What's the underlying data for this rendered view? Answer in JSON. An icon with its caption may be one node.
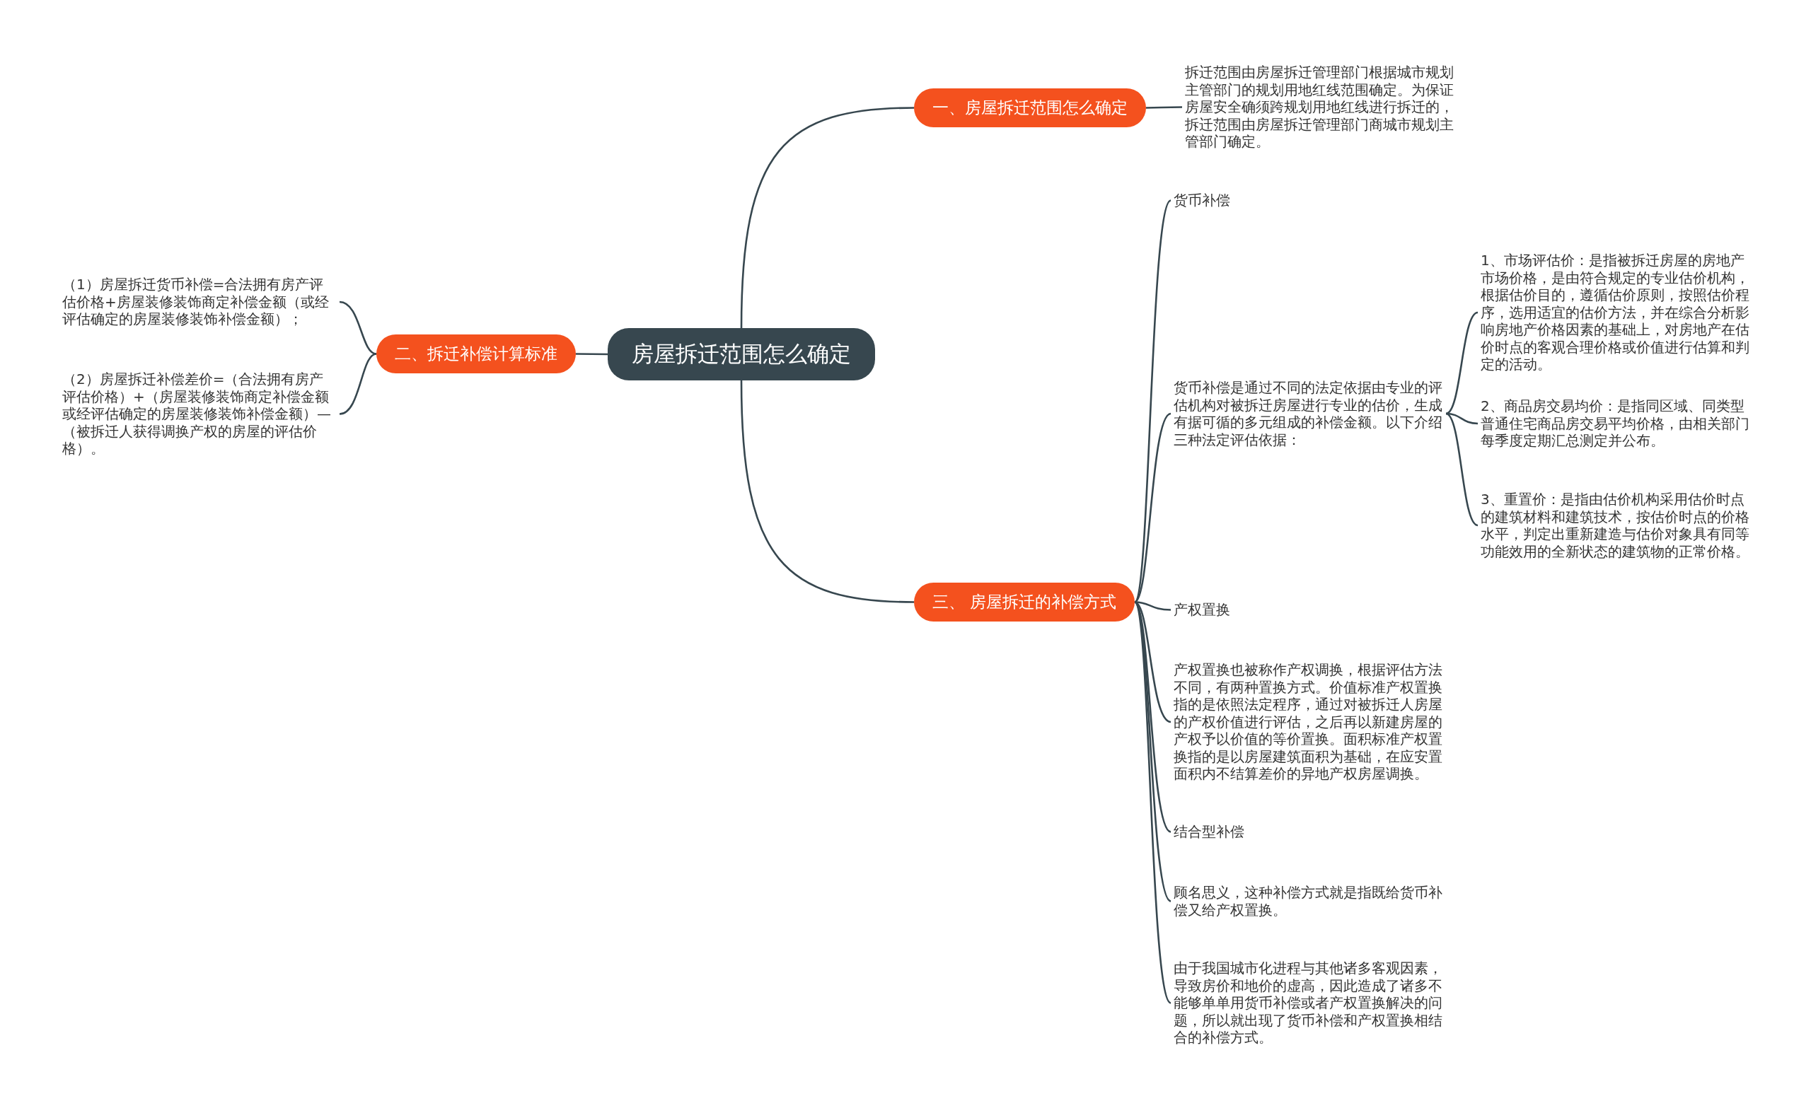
{
  "diagram": {
    "nodes": [
      {
        "text": [
          "房屋拆迁范围怎么确定"
        ]
      },
      {
        "text": [
          "一、房屋拆迁范围怎么确定"
        ]
      },
      {
        "text": [
          "拆迁范围由房屋拆迁管理部门根据城市规划主管部门的规划用地红线范围确定。为保证房屋安全确须跨规划用地红线进行拆迁的，拆迁范围由房屋拆迁管理部门商城市规划主管部门确定。"
        ]
      },
      {
        "text": [
          "二、拆迁补偿计算标准"
        ]
      },
      {
        "text": [
          "（1）房屋拆迁货币补偿=合法拥有房产评估价格+房屋装修装饰商定补偿金额（或经评估确定的房屋装修装饰补偿金额）；"
        ]
      },
      {
        "text": [
          "（2）房屋拆迁补偿差价=（合法拥有房产评估价格）+（房屋装修装饰商定补偿金额或经评估确定的房屋装修装饰补偿金额）—（被拆迁人获得调换产权的房屋的评估价格）。"
        ]
      },
      {
        "text": [
          "三、 房屋拆迁的补偿方式"
        ]
      },
      {
        "text": [
          "货币补偿"
        ]
      },
      {
        "text": [
          "货币补偿是通过不同的法定依据由专业的评估机构对被拆迁房屋进行专业的估价，生成有据可循的多元组成的补偿金额。以下介绍三种法定评估依据："
        ]
      },
      {
        "text": [
          "1、市场评估价：是指被拆迁房屋的房地产市场价格，是由符合规定的专业估价机构，根据估价目的，遵循估价原则，按照估价程序，选用适宜的估价方法，并在综合分析影响房地产价格因素的基础上，对房地产在估价时点的客观合理价格或价值进行估算和判定的活动。"
        ]
      },
      {
        "text": [
          "2、商品房交易均价：是指同区域、同类型普通住宅商品房交易平均价格，由相关部门每季度定期汇总测定并公布。"
        ]
      },
      {
        "text": [
          "3、重置价：是指由估价机构采用估价时点的建筑材料和建筑技术，按估价时点的价格水平，判定出重新建造与估价对象具有同等功能效用的全新状态的建筑物的正常价格。"
        ]
      },
      {
        "text": [
          "产权置换"
        ]
      },
      {
        "text": [
          "产权置换也被称作产权调换，根据评估方法不同，有两种置换方式。价值标准产权置换指的是依照法定程序，通过对被拆迁人房屋的产权价值进行评估，之后再以新建房屋的产权予以价值的等价置换。面积标准产权置换指的是以房屋建筑面积为基础，在应安置面积内不结算差价的异地产权房屋调换。"
        ]
      },
      {
        "text": [
          "结合型补偿"
        ]
      },
      {
        "text": [
          "顾名思义，这种补偿方式就是指既给货币补偿又给产权置换。"
        ]
      },
      {
        "text": [
          "由于我国城市化进程与其他诸多客观因素，导致房价和地价的虚高，因此造成了诸多不能够单单用货币补偿或者产权置换解决的问题，所以就出现了货币补偿和产权置换相结合的补偿方式。"
        ]
      }
    ],
    "edges": [
      {
        "from": 0,
        "to": 1,
        "arrow": "none"
      },
      {
        "from": 0,
        "to": 3,
        "arrow": "none"
      },
      {
        "from": 0,
        "to": 6,
        "arrow": "none"
      },
      {
        "from": 1,
        "to": 2,
        "arrow": "none"
      },
      {
        "from": 3,
        "to": 4,
        "arrow": "none"
      },
      {
        "from": 3,
        "to": 5,
        "arrow": "none"
      },
      {
        "from": 6,
        "to": 7,
        "arrow": "none"
      },
      {
        "from": 6,
        "to": 8,
        "arrow": "none"
      },
      {
        "from": 6,
        "to": 12,
        "arrow": "none"
      },
      {
        "from": 6,
        "to": 13,
        "arrow": "none"
      },
      {
        "from": 6,
        "to": 14,
        "arrow": "none"
      },
      {
        "from": 6,
        "to": 15,
        "arrow": "none"
      },
      {
        "from": 6,
        "to": 16,
        "arrow": "none"
      },
      {
        "from": 8,
        "to": 9,
        "arrow": "none"
      },
      {
        "from": 8,
        "to": 10,
        "arrow": "none"
      },
      {
        "from": 8,
        "to": 11,
        "arrow": "none"
      }
    ]
  }
}
